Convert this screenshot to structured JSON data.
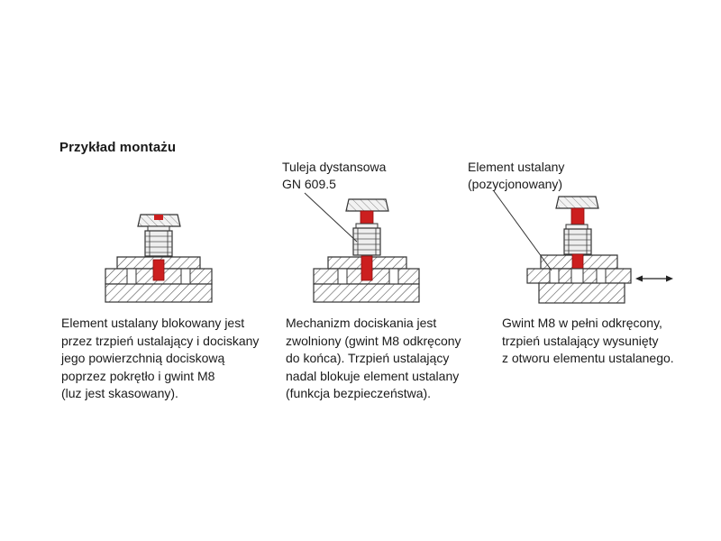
{
  "heading": "Przykład montażu",
  "callouts": [
    {
      "lines": [
        "Tuleja dystansowa",
        "GN 609.5"
      ]
    },
    {
      "lines": [
        "Element ustalany",
        "(pozycjonowany)"
      ]
    }
  ],
  "captions": [
    {
      "lines": [
        "Element ustalany blokowany jest",
        "przez trzpień ustalający i dociskany",
        "jego powierzchnią dociskową",
        "poprzez pokrętło i gwint M8",
        "(luz jest skasowany)."
      ]
    },
    {
      "lines": [
        "Mechanizm dociskania jest",
        "zwolniony (gwint M8 odkręcony",
        "do końca). Trzpień ustalający",
        "nadal blokuje element ustalany",
        "(funkcja bezpieczeństwa)."
      ]
    },
    {
      "lines": [
        "Gwint M8 w pełni odkręcony,",
        "trzpień ustalający wysunięty",
        "z otworu elementu ustalanego."
      ]
    }
  ],
  "colors": {
    "pin_red": "#cc1f1f",
    "line": "#333333",
    "hatch": "#555555"
  },
  "icons": {
    "motion_arrow": "double-headed-arrow-icon"
  }
}
